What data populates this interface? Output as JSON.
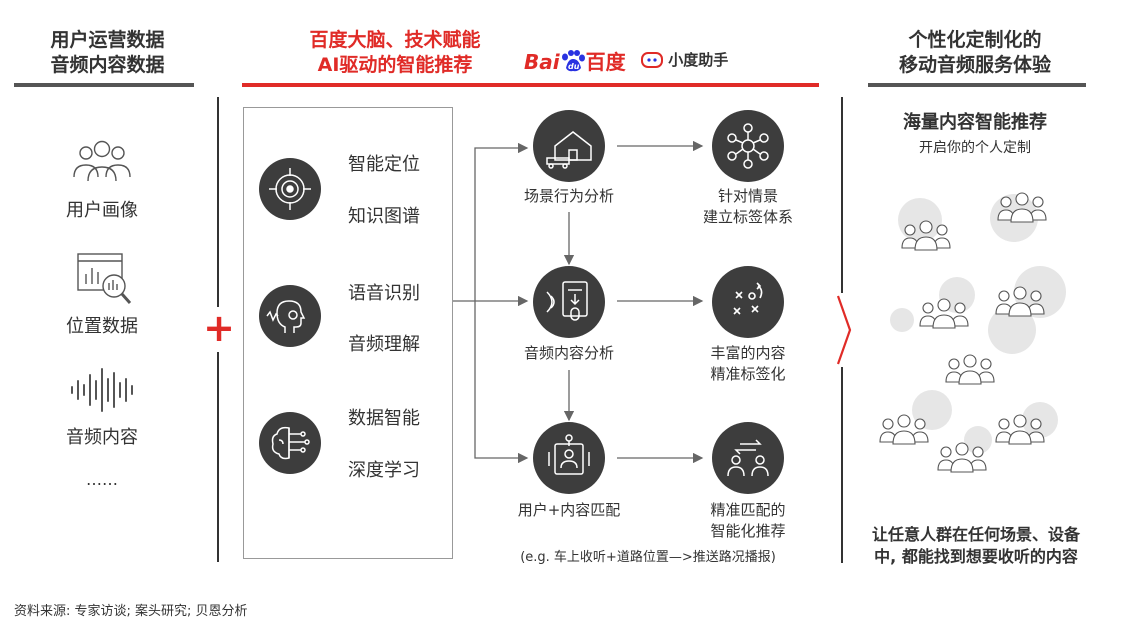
{
  "left_header": {
    "line1": "用户运营数据",
    "line2": "音频内容数据"
  },
  "left_items": [
    {
      "label": "用户画像",
      "icon": "users-icon"
    },
    {
      "label": "位置数据",
      "icon": "location-chart-icon"
    },
    {
      "label": "音频内容",
      "icon": "soundwave-icon"
    }
  ],
  "left_more": "……",
  "plus": "+",
  "middle_header": {
    "line1": "百度大脑、技术赋能",
    "line2": "AI驱动的智能推荐"
  },
  "brands": {
    "baidu_text": "百度",
    "xiaodu_text": "小度助手"
  },
  "tech_groups": [
    {
      "icon": "target-icon",
      "lines": [
        "智能定位",
        "知识图谱"
      ]
    },
    {
      "icon": "voice-head-icon",
      "lines": [
        "语音识别",
        "音频理解"
      ]
    },
    {
      "icon": "brain-icon",
      "lines": [
        "数据智能",
        "深度学习"
      ]
    }
  ],
  "flow": {
    "scene": "场景行为分析",
    "tag_system": {
      "line1": "针对情景",
      "line2": "建立标签体系"
    },
    "audio": "音频内容分析",
    "rich": {
      "line1": "丰富的内容",
      "line2": "精准标签化"
    },
    "match": "用户+内容匹配",
    "precise": {
      "line1": "精准匹配的",
      "line2": "智能化推荐"
    },
    "example": "(e.g. 车上收听+道路位置—>推送路况播报)"
  },
  "right_header": {
    "line1": "个性化定制化的",
    "line2": "移动音频服务体验"
  },
  "right_title": "海量内容智能推荐",
  "right_subtitle": "开启你的个人定制",
  "right_bottom": {
    "line1": "让任意人群在任何场景、设备",
    "line2": "中, 都能找到想要收听的内容"
  },
  "source": "资料来源: 专家访谈; 案头研究; 贝恩分析",
  "colors": {
    "accent": "#e02b27",
    "dark": "#3d3d3d",
    "baidu_blue": "#2932e1"
  }
}
